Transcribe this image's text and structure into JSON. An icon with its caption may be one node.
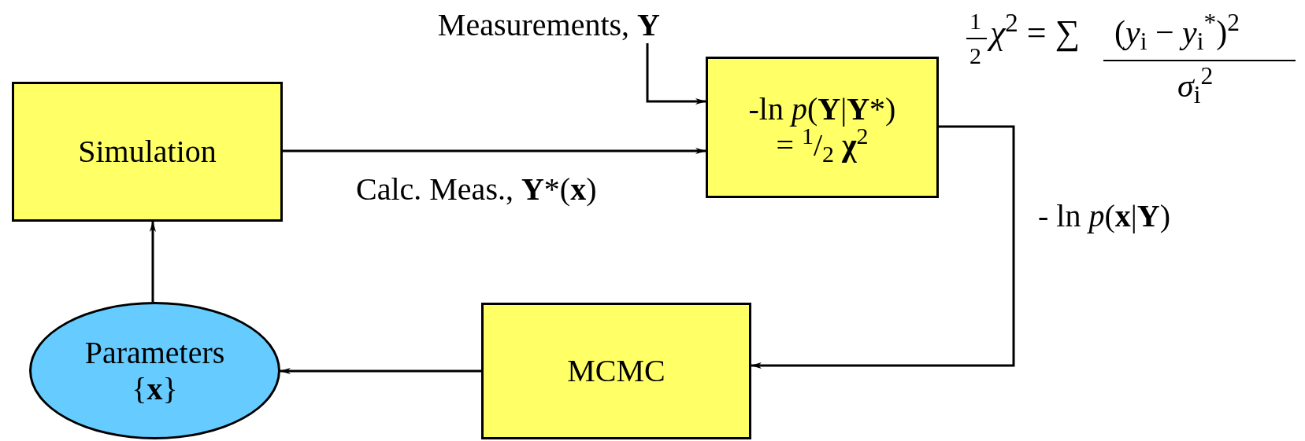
{
  "diagram": {
    "nodes": [
      {
        "text": [
          "Simulation"
        ]
      },
      {
        "text": [
          "Measurements, **Y**"
        ]
      },
      {
        "text": [
          "-ln *p*(**Y**|**Y***)",
          "= $^{1}$/$_{2}$ **χ**$^{2}$"
        ]
      },
      {
        "text": [
          "MCMC"
        ]
      },
      {
        "text": [
          "Parameters",
          "{**x**}"
        ]
      }
    ],
    "edges": [
      {
        "from": 1,
        "to": 2,
        "arrow": "to"
      },
      {
        "from": 0,
        "to": 2,
        "arrow": "to",
        "label": "Calc. Meas., **Y***(**x**)"
      },
      {
        "from": 2,
        "to": 3,
        "arrow": "to",
        "label": "- ln *p*(**x**|**Y**)"
      },
      {
        "from": 3,
        "to": 4,
        "arrow": "to"
      },
      {
        "from": 4,
        "to": 0,
        "arrow": "to"
      }
    ],
    "labels": [
      "1",
      "2",
      "*χ*$^{2}$ = ∑",
      "(*y*$_{i}$ − *y*$_{i}$$^{*}$)$^{2}$",
      "*σ*$_{i}$$^{2}$"
    ]
  }
}
